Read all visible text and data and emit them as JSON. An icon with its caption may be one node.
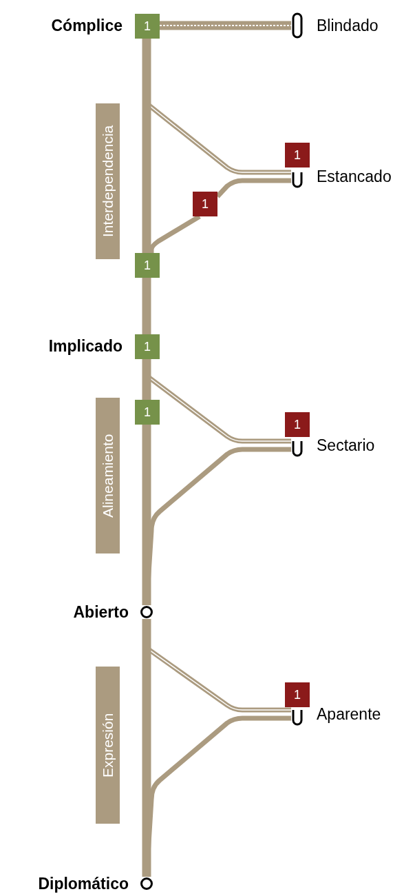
{
  "diagram": {
    "nodes": [
      {
        "text": [
          "Cómplice"
        ]
      },
      {
        "text": [
          "1"
        ]
      },
      {
        "text": [
          "Blindado"
        ]
      },
      {
        "text": [
          "Interdependencia"
        ]
      },
      {
        "text": [
          "1"
        ]
      },
      {
        "text": [
          "Estancado"
        ]
      },
      {
        "text": [
          "1"
        ]
      },
      {
        "text": [
          "1"
        ]
      },
      {
        "text": [
          "Implicado"
        ]
      },
      {
        "text": [
          "1"
        ]
      },
      {
        "text": [
          "Alineamiento"
        ]
      },
      {
        "text": [
          "1"
        ]
      },
      {
        "text": [
          "1"
        ]
      },
      {
        "text": [
          "Sectario"
        ]
      },
      {
        "text": [
          "Abierto"
        ]
      },
      {
        "text": [
          "Expresión"
        ]
      },
      {
        "text": [
          "1"
        ]
      },
      {
        "text": [
          "Aparente"
        ]
      },
      {
        "text": [
          "Diplomático"
        ]
      }
    ],
    "edges": [
      {
        "from": 1,
        "to": 2,
        "arrow": "none",
        "style": "thick"
      },
      {
        "from": 1,
        "to": 5,
        "arrow": "none"
      },
      {
        "from": 5,
        "to": 6,
        "arrow": "none"
      },
      {
        "from": 6,
        "to": 7,
        "arrow": "none"
      },
      {
        "from": 1,
        "to": 7,
        "arrow": "none",
        "style": "thick"
      },
      {
        "from": 7,
        "to": 9,
        "arrow": "none",
        "style": "thick"
      },
      {
        "from": 9,
        "to": 13,
        "arrow": "none"
      },
      {
        "from": 13,
        "to": 14,
        "arrow": "none"
      },
      {
        "from": 9,
        "to": 11,
        "arrow": "none",
        "style": "thick"
      },
      {
        "from": 11,
        "to": 14,
        "arrow": "none",
        "style": "thick"
      },
      {
        "from": 14,
        "to": 17,
        "arrow": "none"
      },
      {
        "from": 17,
        "to": 18,
        "arrow": "none"
      },
      {
        "from": 14,
        "to": 18,
        "arrow": "none",
        "style": "thick"
      }
    ]
  }
}
